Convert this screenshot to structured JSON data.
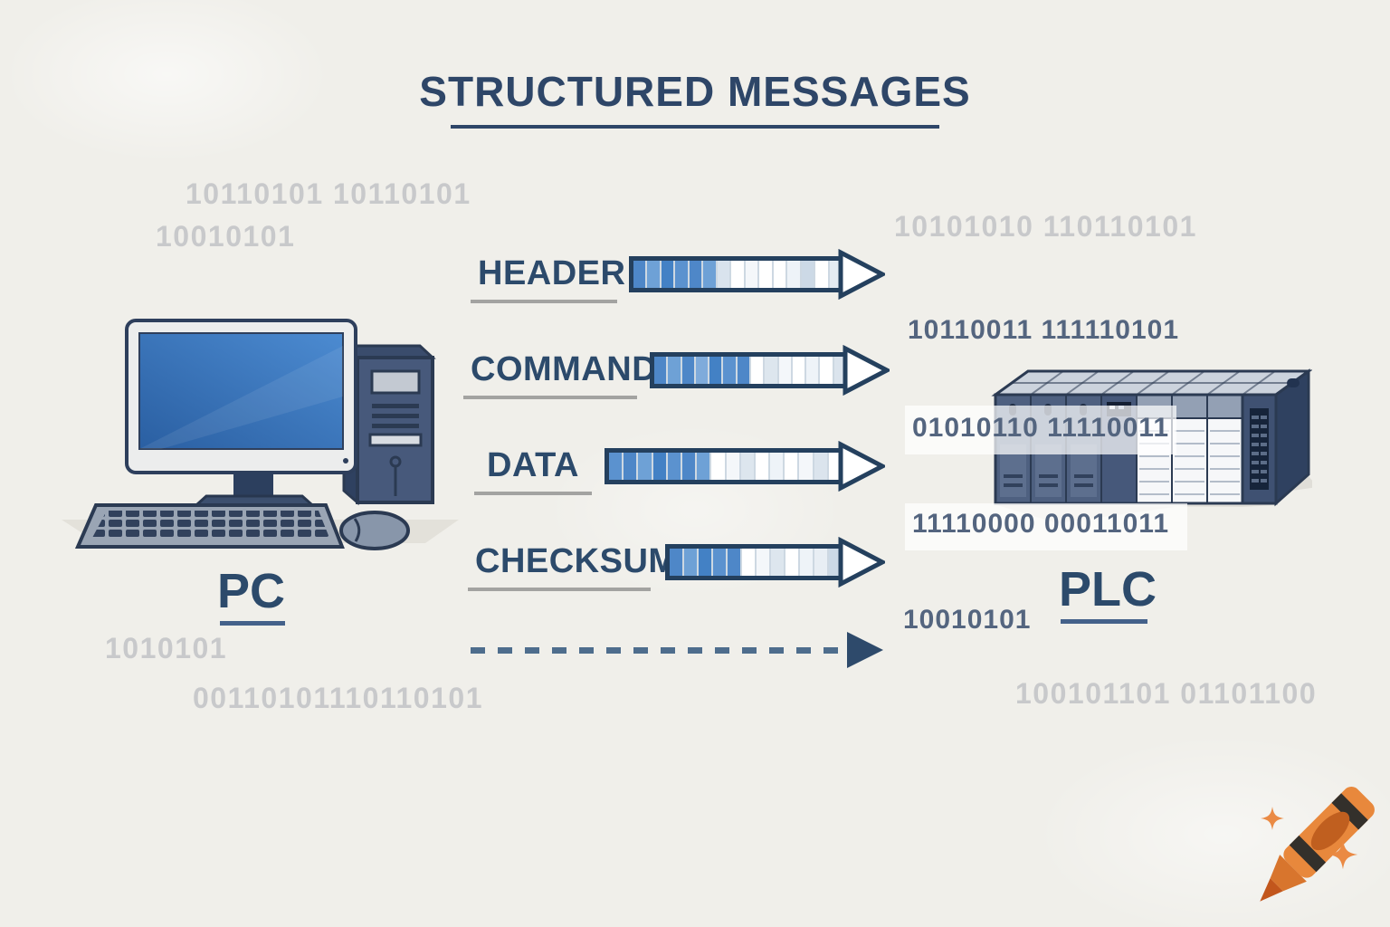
{
  "title": "STRUCTURED MESSAGES",
  "pc_label": "PC",
  "plc_label": "PLC",
  "messages": [
    {
      "label": "HEADER",
      "segments": [
        "#4e87c8",
        "#6ea1d6",
        "#4381c5",
        "#5b92cf",
        "#4e87c8",
        "#6ea1d6",
        "#d9e3ed",
        "#ffffff",
        "#f4f7fa",
        "#ffffff",
        "#ffffff",
        "#eef3f8",
        "#ccd9e6",
        "#ffffff",
        "#e4ebf2"
      ]
    },
    {
      "label": "COMMAND",
      "segments": [
        "#4e87c8",
        "#6ea1d6",
        "#4e87c8",
        "#7fabdb",
        "#4381c5",
        "#5b92cf",
        "#4e87c8",
        "#ffffff",
        "#dde6ee",
        "#f4f7fa",
        "#ffffff",
        "#eef3f8",
        "#ffffff",
        "#dbe4ed"
      ]
    },
    {
      "label": "DATA",
      "segments": [
        "#5b92cf",
        "#4e87c8",
        "#6ea1d6",
        "#4381c5",
        "#5b92cf",
        "#4e87c8",
        "#6ea1d6",
        "#ffffff",
        "#f4f7fa",
        "#dde6ee",
        "#ffffff",
        "#eef3f8",
        "#ffffff",
        "#f4f7fa",
        "#dbe4ed",
        "#ffffff"
      ]
    },
    {
      "label": "CHECKSUM",
      "segments": [
        "#4e87c8",
        "#6ea1d6",
        "#4381c5",
        "#5b92cf",
        "#4e87c8",
        "#ffffff",
        "#f4f7fa",
        "#dde6ee",
        "#ffffff",
        "#eef3f8",
        "#e8eef4",
        "#ccd9e6"
      ]
    }
  ],
  "binaries": [
    {
      "text": "10110101 10110101",
      "tone": "light"
    },
    {
      "text": "10010101",
      "tone": "light"
    },
    {
      "text": "10101010 110110101",
      "tone": "light"
    },
    {
      "text": "10110011 111110101",
      "tone": "dark"
    },
    {
      "text": "01010110 11110011",
      "tone": "dark"
    },
    {
      "text": "11110000 00011011",
      "tone": "dark"
    },
    {
      "text": "10010101",
      "tone": "dark"
    },
    {
      "text": "1010101",
      "tone": "light"
    },
    {
      "text": "00110101110110101",
      "tone": "light"
    },
    {
      "text": "100101101 01101100",
      "tone": "light"
    }
  ],
  "icons": {
    "footer_logo": "crayon-with-sparkles"
  },
  "palette": {
    "background": "#f0efea",
    "navy_text": "#2c4a6b",
    "slate_binary": "#54657f",
    "light_binary": "#c8c9cb",
    "arrow_border": "#24405e",
    "arrow_blue": "#4e87c8",
    "dash_blue": "#4e6d8d",
    "crayon_orange": "#e8883c"
  }
}
